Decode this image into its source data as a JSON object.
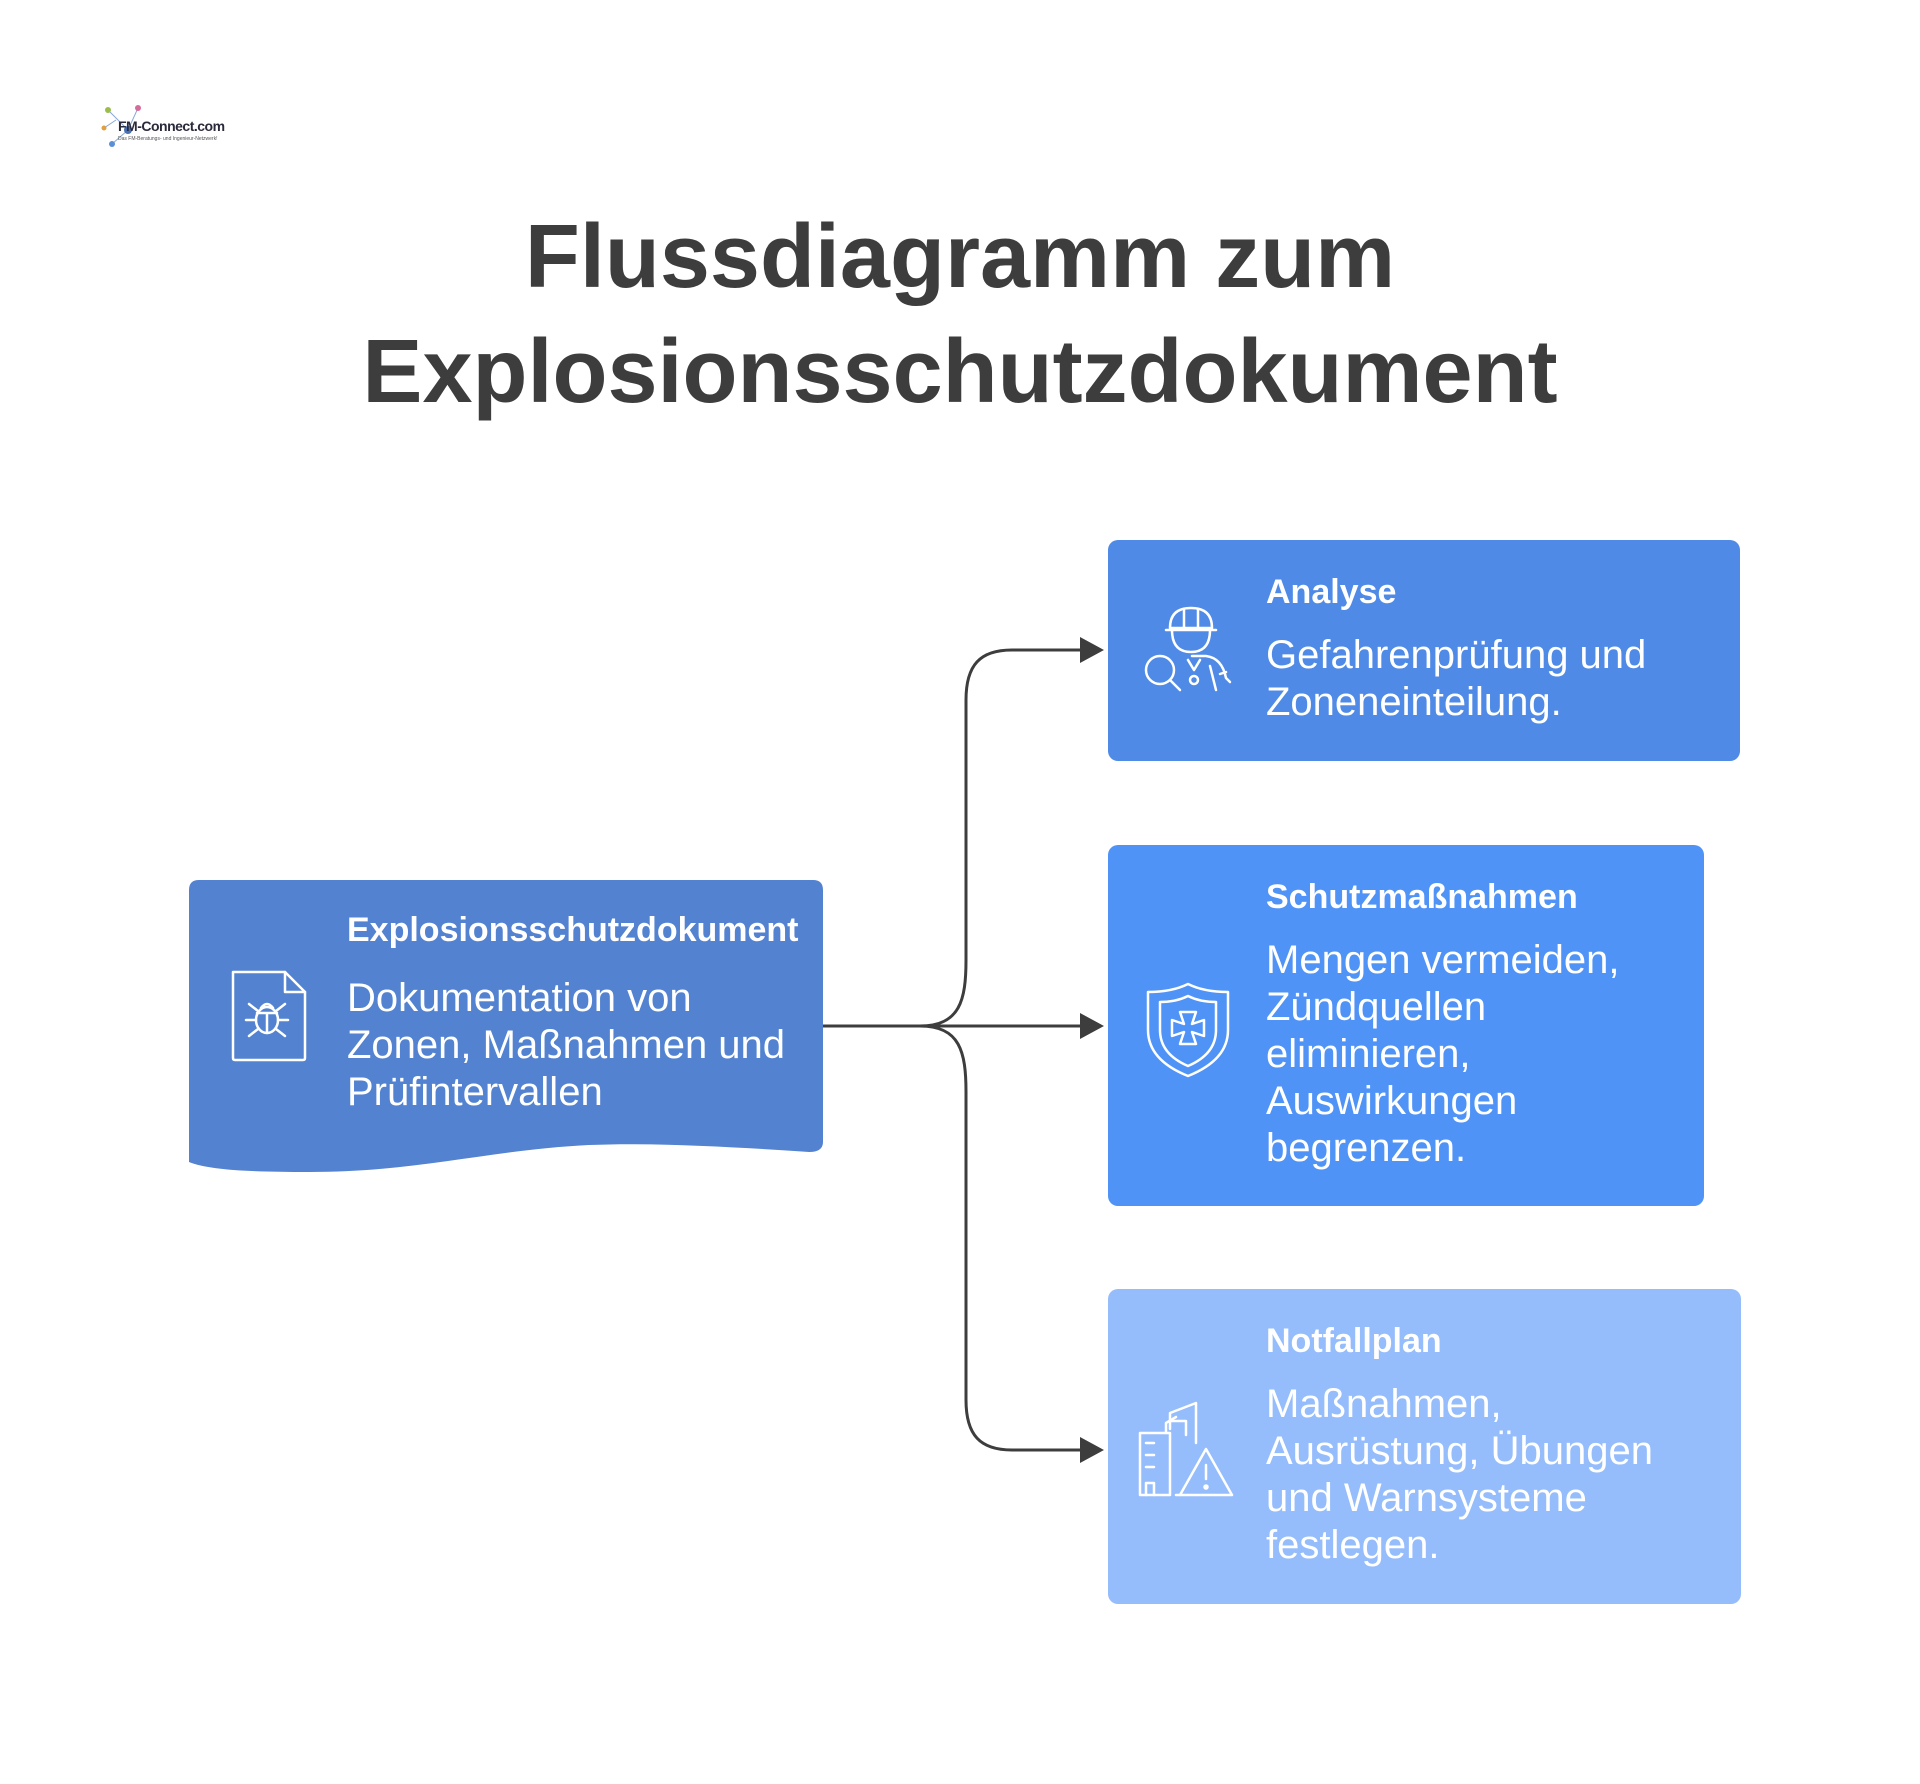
{
  "logo": {
    "text": "FM-Connect.com",
    "subtitle": "Das FM-Beratungs- und Ingenieur-Netzwerk!"
  },
  "title": {
    "line1": "Flussdiagramm zum",
    "line2": "Explosionsschutzdokument"
  },
  "colors": {
    "doc": "#5282d0",
    "analyse": "#4f8ae6",
    "schutz": "#4f93f7",
    "notfall": "#95bcfb",
    "connector": "#3d3d3d",
    "title": "#3d3d3d"
  },
  "source": {
    "title": "Explosionsschutzdokument",
    "text": "Dokumentation von Zonen, Maßnahmen und Prüfintervallen",
    "icon": "document-bug-icon"
  },
  "targets": [
    {
      "title": "Analyse",
      "text": "Gefahrenprüfung und Zoneneinteilung.",
      "icon": "inspector-magnifier-icon"
    },
    {
      "title": "Schutzmaßnahmen",
      "text": "Mengen vermeiden, Zündquellen eliminieren, Auswirkungen begrenzen.",
      "icon": "shield-cross-icon"
    },
    {
      "title": "Notfallplan",
      "text": "Maßnahmen, Ausrüstung, Übungen und Warnsysteme festlegen.",
      "icon": "building-warning-icon"
    }
  ]
}
